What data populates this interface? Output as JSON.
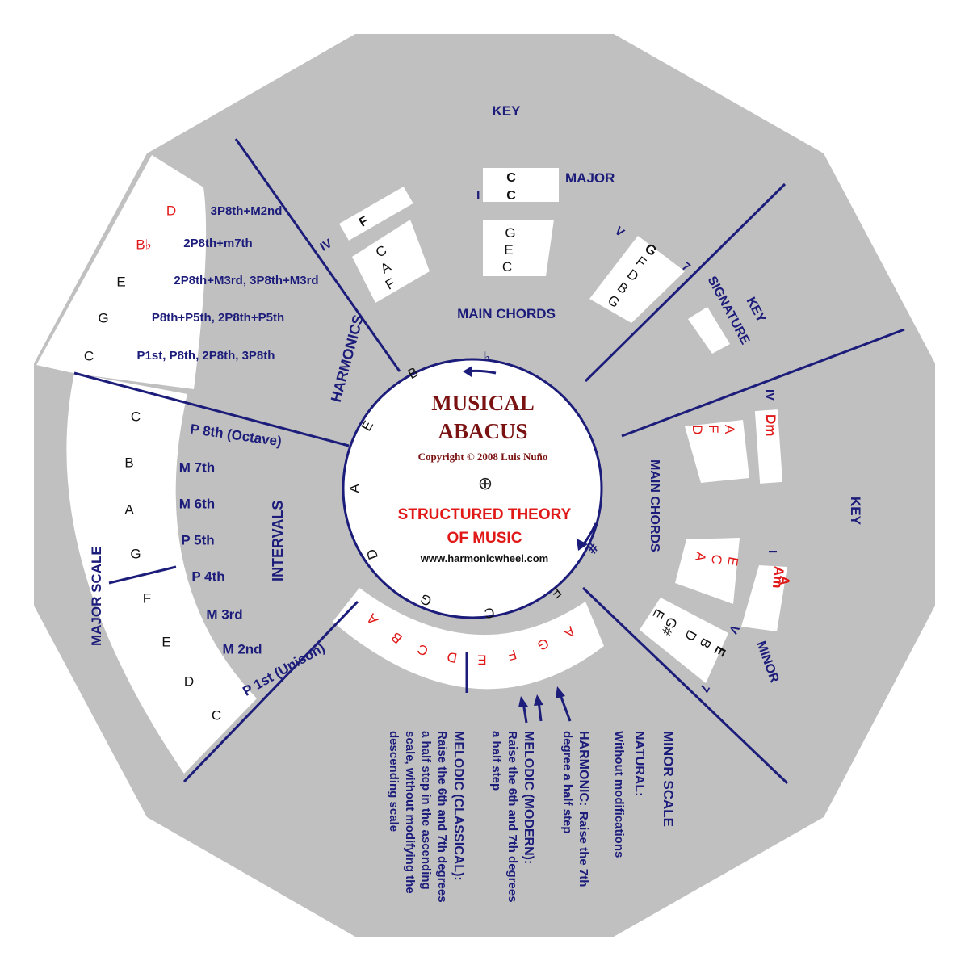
{
  "title": {
    "line1": "MUSICAL",
    "line2": "ABACUS"
  },
  "copyright": "Copyright © 2008 Luis Nuño",
  "subtitle": {
    "line1": "STRUCTURED THEORY",
    "line2": "OF MUSIC"
  },
  "website": "www.harmonicwheel.com",
  "center_symbol": "⊕",
  "flat_symbol": "♭",
  "sharp_symbol": "#",
  "colors": {
    "background": "#c0c0c0",
    "navy": "#1c1c7a",
    "red": "#e01818",
    "title": "#7a1212"
  },
  "top": {
    "key": "KEY",
    "major": "MAJOR",
    "i_label": "I",
    "key_notes": [
      "C",
      "C"
    ],
    "iv_label": "IV",
    "iv_note": "F",
    "iv_chord": [
      "C",
      "A",
      "F"
    ],
    "i_chord": [
      "G",
      "E",
      "C"
    ],
    "v_label": "V",
    "v_chord": [
      "G",
      "F",
      "D",
      "B",
      "G"
    ],
    "v_seven": "7",
    "main_chords": "MAIN CHORDS",
    "key_signature": [
      "KEY",
      "SIGNATURE"
    ]
  },
  "right": {
    "key": "KEY",
    "main_chords": "MAIN CHORDS",
    "iv_label": "IV",
    "iv_key": "Dm",
    "iv_chord": [
      "A",
      "F",
      "D"
    ],
    "i_label": "I",
    "i_key": [
      "A",
      "Am"
    ],
    "i_chord": [
      "E",
      "C",
      "A"
    ],
    "v_label": "V",
    "v_chord": [
      "E",
      "B",
      "D",
      "G#",
      "E"
    ],
    "v_seven": "7",
    "minor": "MINOR"
  },
  "harmonics": {
    "label": "HARMONICS",
    "notes": [
      "C",
      "G",
      "E",
      "B♭",
      "D"
    ],
    "rows": [
      "P1st, P8th, 2P8th, 3P8th",
      "P8th+P5th, 2P8th+P5th",
      "2P8th+M3rd, 3P8th+M3rd",
      "2P8th+m7th",
      "3P8th+M2nd"
    ]
  },
  "intervals": {
    "label": "INTERVALS",
    "items": [
      "P 8th (Octave)",
      "M 7th",
      "M 6th",
      "P 5th",
      "P 4th",
      "M 3rd",
      "M 2nd",
      "P 1st (Unison)"
    ]
  },
  "major_scale": {
    "label": "MAJOR SCALE",
    "notes": [
      "C",
      "B",
      "A",
      "G",
      "F",
      "E",
      "D",
      "C"
    ]
  },
  "inner_notes": [
    "B",
    "E",
    "A",
    "D",
    "G",
    "C",
    "F"
  ],
  "minor_ring_notes": [
    "A",
    "B",
    "C",
    "D",
    "E",
    "F",
    "G",
    "A"
  ],
  "minor_scale": {
    "label": "MINOR SCALE",
    "natural": "NATURAL:",
    "natural_desc": "Without modifications",
    "harmonic": "HARMONIC:",
    "harmonic_desc": [
      "Raise the 7th",
      "degree a half step"
    ],
    "melodic_modern": "MELODIC (MODERN):",
    "melodic_modern_desc": [
      "Raise the 6th and 7th degrees",
      "a half step"
    ],
    "melodic_classical": "MELODIC (CLASSICAL):",
    "melodic_classical_desc": [
      "Raise the 6th and 7th degrees",
      "a half step in the ascending",
      "scale, without modifying the",
      "descending scale"
    ]
  }
}
